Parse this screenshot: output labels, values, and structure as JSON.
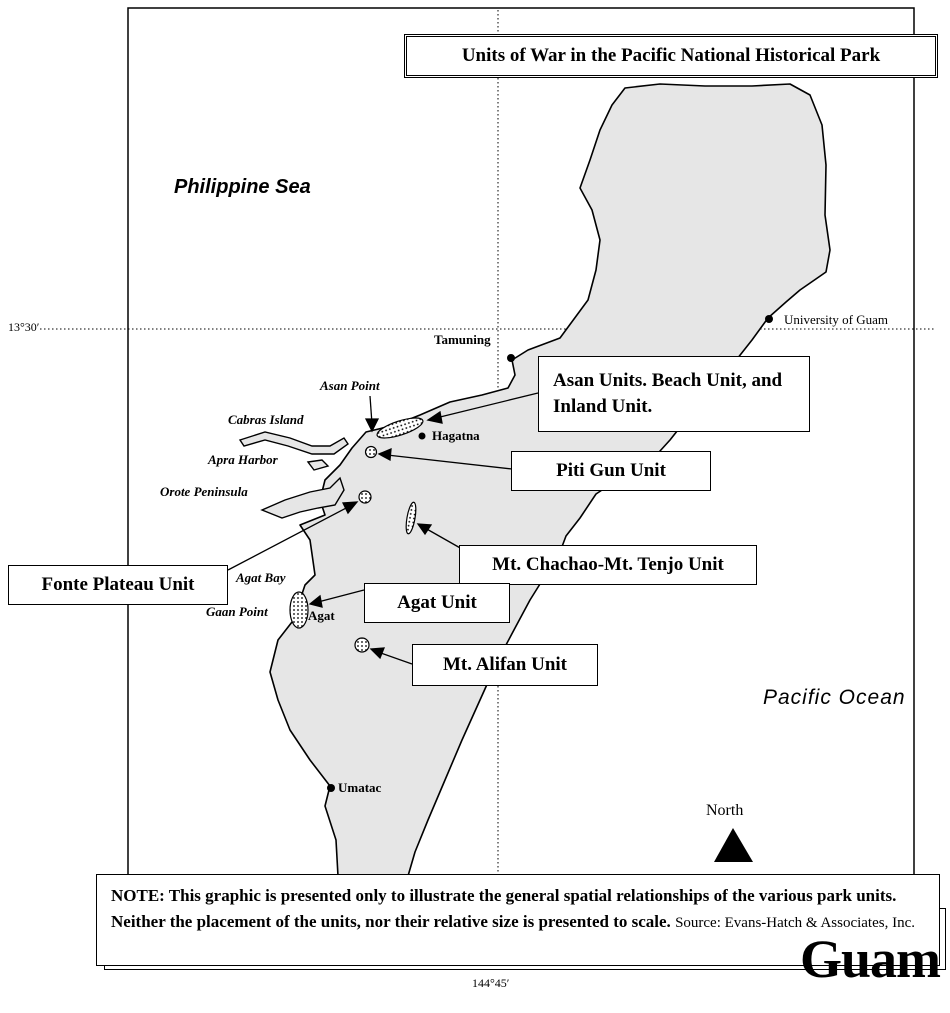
{
  "title": "Units of War in the Pacific National Historical Park",
  "water_labels": {
    "philippine_sea": "Philippine Sea",
    "pacific_ocean": "Pacific Ocean"
  },
  "coordinates": {
    "latitude": "13°30′",
    "longitude": "144°45′"
  },
  "places": {
    "university_of_guam": "University of Guam",
    "tamuning": "Tamuning",
    "hagatna": "Hagatna",
    "asan_point": "Asan Point",
    "cabras_island": "Cabras Island",
    "apra_harbor": "Apra Harbor",
    "orote_peninsula": "Orote Peninsula",
    "agat_bay": "Agat Bay",
    "gaan_point": "Gaan Point",
    "agat": "Agat",
    "umatac": "Umatac"
  },
  "units": {
    "asan": "Asan Units.  Beach Unit, and Inland Unit.",
    "piti": "Piti Gun Unit",
    "chachao": "Mt. Chachao-Mt. Tenjo Unit",
    "fonte": "Fonte Plateau Unit",
    "agat": "Agat Unit",
    "alifan": "Mt. Alifan Unit"
  },
  "north_label": "North",
  "note": {
    "bold_text": "NOTE:  This graphic is presented only to illustrate the general spatial relationships of the various park units.  Neither the placement of the units, nor their relative size is presented to scale.",
    "source": "Source: Evans-Hatch & Associates, Inc."
  },
  "island_name": "Guam",
  "colors": {
    "land": "#e6e6e6",
    "outline": "#000000"
  }
}
